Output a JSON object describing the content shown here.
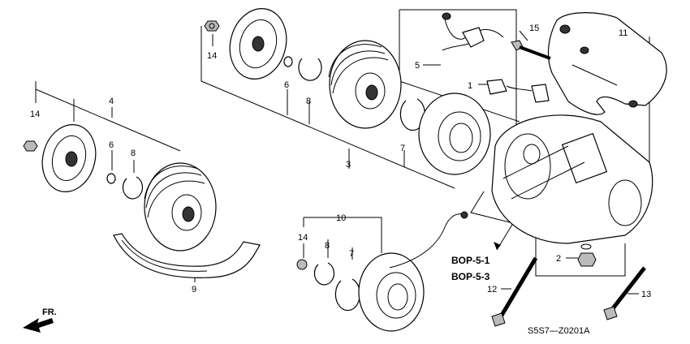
{
  "labels": {
    "p1": "1",
    "p2": "2",
    "p3": "3",
    "p4": "4",
    "p5": "5",
    "p6a": "6",
    "p6b": "6",
    "p7a": "7",
    "p7b": "7",
    "p8a": "8",
    "p8b": "8",
    "p8c": "8",
    "p9": "9",
    "p10": "10",
    "p11": "11",
    "p12": "12",
    "p13": "13",
    "p14a": "14",
    "p14b": "14",
    "p14c": "14",
    "p15": "15"
  },
  "references": [
    "BOP-5-1",
    "BOP-5-3"
  ],
  "direction": "FR.",
  "diagram_code": "S5S7—Z0201A",
  "colors": {
    "line": "#000000",
    "background": "#ffffff"
  }
}
